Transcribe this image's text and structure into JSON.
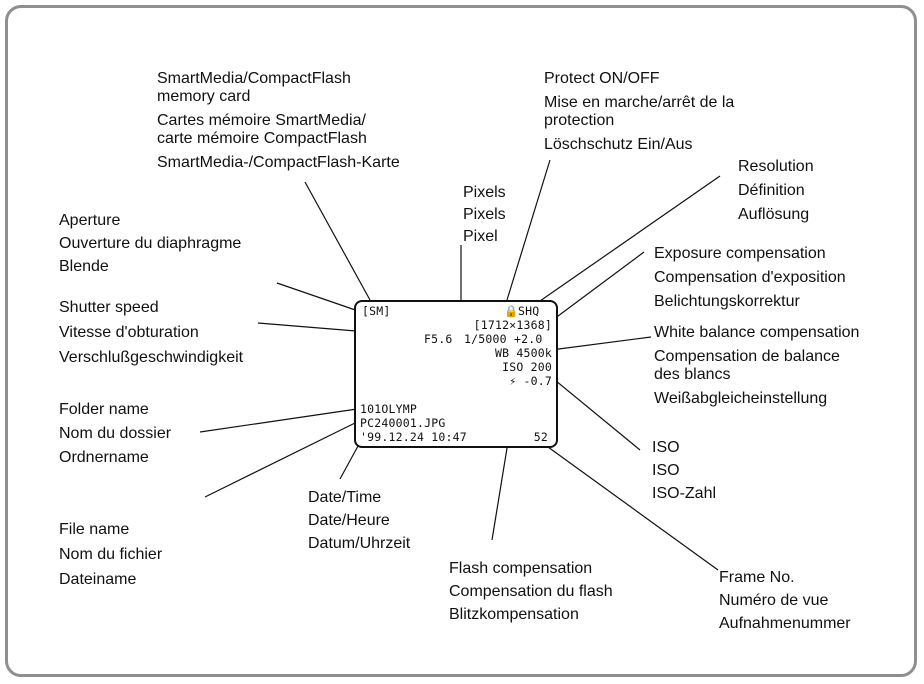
{
  "display": {
    "media": "[SM]",
    "protect_symbol": "🔒",
    "quality": "SHQ",
    "pixels": "[1712×1368]",
    "aperture": "F5.6",
    "shutter": "1/5000",
    "exposure": "+2.0",
    "wb": "WB 4500k",
    "iso": "ISO 200",
    "flash": "⚡ -0.7",
    "folder": "101OLYMP",
    "file": "PC240001.JPG",
    "datetime": "'99.12.24 10:47",
    "frame": "52"
  },
  "labels": {
    "card": [
      "SmartMedia/CompactFlash",
      "memory card",
      "Cartes mémoire SmartMedia/",
      "carte mémoire CompactFlash",
      "SmartMedia-/CompactFlash-Karte"
    ],
    "protect": [
      "Protect ON/OFF",
      "Mise en marche/arrêt de la",
      "protection",
      "Löschschutz Ein/Aus"
    ],
    "resolution": [
      "Resolution",
      "Définition",
      "Auflösung"
    ],
    "pixels": [
      "Pixels",
      "Pixels",
      "Pixel"
    ],
    "aperture": [
      "Aperture",
      "Ouverture du diaphragme",
      "Blende"
    ],
    "exposure": [
      "Exposure compensation",
      "Compensation d'exposition",
      "Belichtungskorrektur"
    ],
    "shutter": [
      "Shutter speed",
      "Vitesse d'obturation",
      "Verschlußgeschwindigkeit"
    ],
    "wb": [
      "White balance  compensation",
      "Compensation de balance",
      "des blancs",
      "Weißabgleicheinstellung"
    ],
    "folder": [
      "Folder name",
      "Nom du dossier",
      "Ordnername"
    ],
    "iso": [
      "ISO",
      "ISO",
      "ISO-Zahl"
    ],
    "datetime": [
      "Date/Time",
      "Date/Heure",
      "Datum/Uhrzeit"
    ],
    "file": [
      "File name",
      "Nom du fichier",
      "Dateiname"
    ],
    "flash": [
      "Flash compensation",
      "Compensation du flash",
      "Blitzkompensation"
    ],
    "frame": [
      "Frame No.",
      "Numéro de vue",
      "Aufnahmenummer"
    ]
  }
}
